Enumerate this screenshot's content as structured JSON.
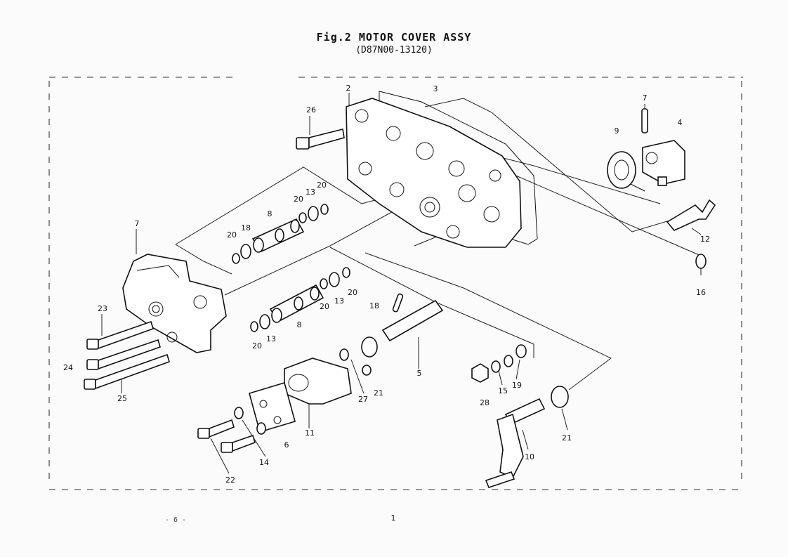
{
  "title": "Fig.2 MOTOR COVER ASSY",
  "subtitle": "(D87N00-13120)",
  "page_number": "- 6 -",
  "callouts": [
    {
      "id": "c2",
      "text": "2"
    },
    {
      "id": "c3",
      "text": "3"
    },
    {
      "id": "c26",
      "text": "26"
    },
    {
      "id": "c7a",
      "text": "7"
    },
    {
      "id": "c9",
      "text": "9"
    },
    {
      "id": "c4",
      "text": "4"
    },
    {
      "id": "c28a",
      "text": "20"
    },
    {
      "id": "c20a",
      "text": "20"
    },
    {
      "id": "c13a",
      "text": "13"
    },
    {
      "id": "c8a",
      "text": "8"
    },
    {
      "id": "c20b",
      "text": "20"
    },
    {
      "id": "c18a",
      "text": "18"
    },
    {
      "id": "c7b",
      "text": "7"
    },
    {
      "id": "c12",
      "text": "12"
    },
    {
      "id": "c16",
      "text": "16"
    },
    {
      "id": "c23",
      "text": "23"
    },
    {
      "id": "c20c",
      "text": "20"
    },
    {
      "id": "c13b",
      "text": "13"
    },
    {
      "id": "c18b",
      "text": "18"
    },
    {
      "id": "c20d",
      "text": "20"
    },
    {
      "id": "c8b",
      "text": "8"
    },
    {
      "id": "c20e",
      "text": "20"
    },
    {
      "id": "c13c",
      "text": "13"
    },
    {
      "id": "c24",
      "text": "24"
    },
    {
      "id": "c25",
      "text": "25"
    },
    {
      "id": "c5",
      "text": "5"
    },
    {
      "id": "c27",
      "text": "27"
    },
    {
      "id": "c21a",
      "text": "21"
    },
    {
      "id": "c11",
      "text": "11"
    },
    {
      "id": "c6",
      "text": "6"
    },
    {
      "id": "c14",
      "text": "14"
    },
    {
      "id": "c22",
      "text": "22"
    },
    {
      "id": "c15",
      "text": "15"
    },
    {
      "id": "c19",
      "text": "19"
    },
    {
      "id": "c28",
      "text": "28"
    },
    {
      "id": "c10",
      "text": "10"
    },
    {
      "id": "c21b",
      "text": "21"
    },
    {
      "id": "c1",
      "text": "1"
    }
  ]
}
